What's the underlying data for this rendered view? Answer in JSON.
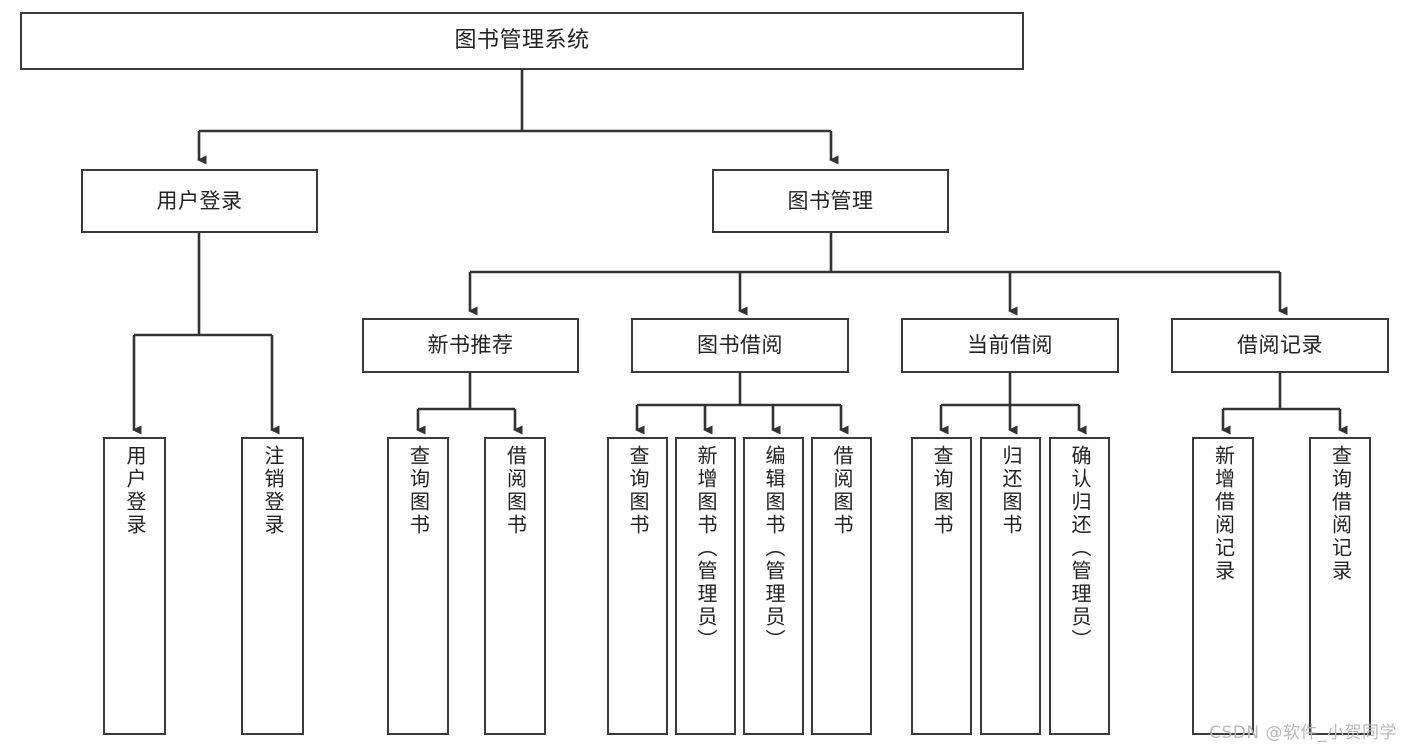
{
  "diagram": {
    "title": "图书管理系统",
    "type": "tree-hierarchy",
    "watermark": "CSDN @软件_小贺同学",
    "colors": {
      "box_border": "#3a3a3a",
      "box_fill": "#ffffff",
      "edge": "#333333",
      "text": "#222222",
      "watermark": "#b9b9b9"
    },
    "levels": {
      "root": {
        "label": "图书管理系统"
      },
      "level2": [
        {
          "label": "用户登录"
        },
        {
          "label": "图书管理"
        }
      ],
      "level3": [
        {
          "label": "新书推荐"
        },
        {
          "label": "图书借阅"
        },
        {
          "label": "当前借阅"
        },
        {
          "label": "借阅记录"
        }
      ],
      "leaves": {
        "user_login": [
          {
            "label": "用户登录"
          },
          {
            "label": "注销登录"
          }
        ],
        "new_book_recommend": [
          {
            "label": "查询图书"
          },
          {
            "label": "借阅图书"
          }
        ],
        "book_borrow": [
          {
            "label": "查询图书"
          },
          {
            "label": "新增图书（管理员）"
          },
          {
            "label": "编辑图书（管理员）"
          },
          {
            "label": "借阅图书"
          }
        ],
        "current_borrow": [
          {
            "label": "查询图书"
          },
          {
            "label": "归还图书"
          },
          {
            "label": "确认归还（管理员）"
          }
        ],
        "borrow_record": [
          {
            "label": "新增借阅记录"
          },
          {
            "label": "查询借阅记录"
          }
        ]
      }
    }
  }
}
